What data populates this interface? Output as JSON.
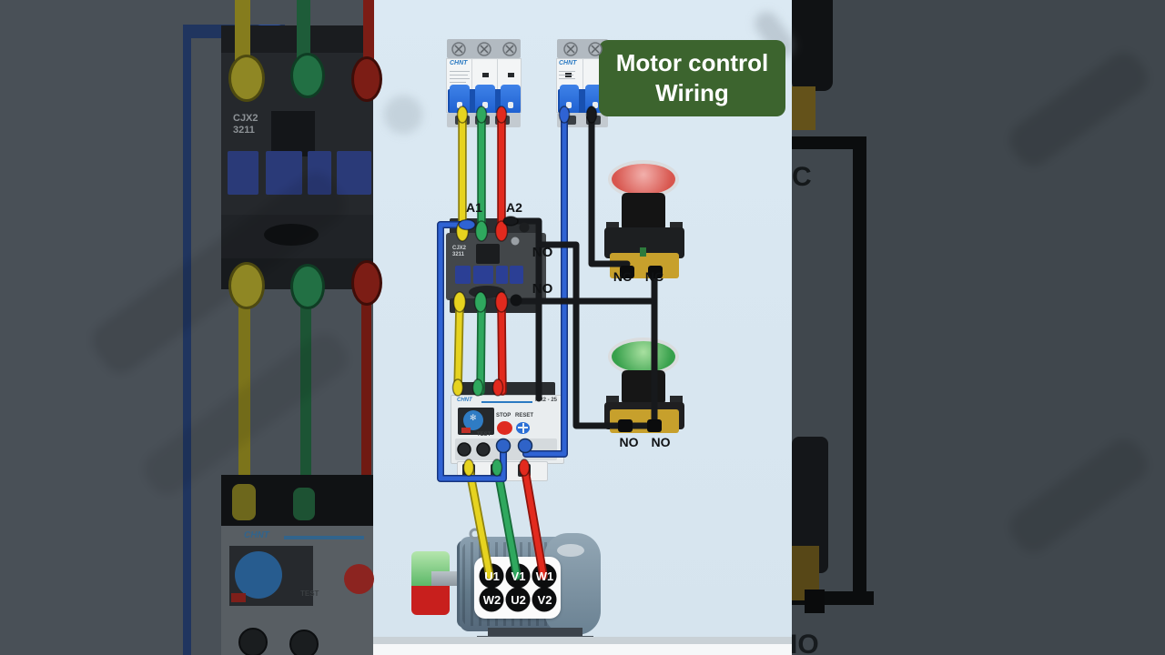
{
  "banner": {
    "line1": "Motor control",
    "line2": "Wiring",
    "bg": "#3c642e",
    "text_color": "#ffffff"
  },
  "breaker_3p": {
    "brand": "CHNT"
  },
  "breaker_2p": {
    "brand": "CHNT"
  },
  "contactor": {
    "model_line1": "CJX2",
    "model_line2": "3211",
    "label_a1": "A1",
    "label_a2": "A2",
    "label_no_top": "NO",
    "label_no_bottom": "NO"
  },
  "overload": {
    "brand": "CHNT",
    "model": "NR2 - 25",
    "stop": "STOP",
    "reset": "RESET",
    "test": "TEST"
  },
  "stop_button": {
    "terminal_left": "NC",
    "terminal_right": "NC"
  },
  "start_button": {
    "terminal_left": "NO",
    "terminal_right": "NO"
  },
  "motor": {
    "top": [
      "U1",
      "V1",
      "W1"
    ],
    "bottom": [
      "W2",
      "U2",
      "V2"
    ]
  },
  "sidebar_left": {
    "model_line1": "CJX2",
    "model_line2": "3211",
    "brand": "CHNT",
    "test": "TEST"
  },
  "sidebar_right": {
    "fragment_top": "C",
    "fragment_bottom": "IO"
  },
  "wires": {
    "yellow": "#e6d31f",
    "yellow_dark": "#8f830e",
    "green": "#2fa85e",
    "green_dark": "#176b39",
    "red": "#e22a1e",
    "red_dark": "#8d130c",
    "blue": "#2f63d4",
    "blue_dark": "#17357e",
    "black": "#17191c",
    "terminal_blue": "#2f63c8",
    "post_black": "#0b0c0d"
  },
  "colors": {
    "center_bg": "#d9e7f1",
    "left_bar": "#495057",
    "right_bar": "#40474d"
  }
}
